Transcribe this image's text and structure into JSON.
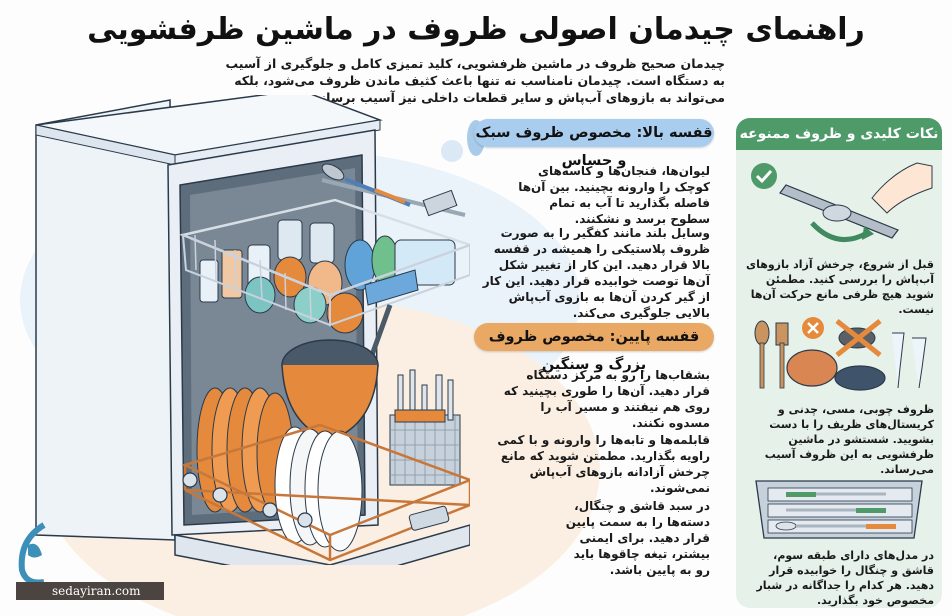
{
  "title": "راهنمای چیدمان اصولی ظروف در ماشین ظرفشویی",
  "intro": "چیدمان صحیح ظروف در ماشین ظرفشویی، کلید تمیزی کامل و جلوگیری از آسیب به دستگاه است. چیدمان نامناسب نه تنها باعث کثیف ماندن ظروف می‌شود، بلکه می‌تواند به بازوهای آب‌پاش و سایر قطعات داخلی نیز آسیب برساند.",
  "upper_rack": {
    "heading": "قفسه بالا: مخصوص ظروف سبک و حساس",
    "paragraphs": [
      "لیوان‌ها، فنجان‌ها و کاسه‌های کوچک را وارونه بچینید. بین آن‌ها فاصله بگذارید تا آب به تمام سطوح برسد و نشکنند.",
      "وسایل بلند مانند کفگیر را به صورت ظروف پلاستیکی را همیشه در قفسه بالا قرار دهید. این کار از تغییر شکل آن‌ها توصت خوابیده قرار دهید. این کار از گیر کردن آن‌ها به بازوی آب‌پاش بالایی جلوگیری می‌کند."
    ]
  },
  "lower_rack": {
    "heading": "قفسه پایین: مخصوص ظروف بزرگ و سنگین",
    "paragraphs": [
      "بشقاب‌ها را رو به مرکز دستگاه قرار دهید. آن‌ها را طوری بچینید که روی هم نیفتند و مسیر آب را مسدوه نکنند.",
      "قابلمه‌ها و تابه‌ها را وارونه و با کمی راویه بگذارید. مطمتن شوید که مانع چرخش آزادانه بازوهای آب‌پاش نمی‌شوند.",
      "در سبد قاشق و چنگال، دسته‌ها را به سمت پایین قرار دهید. برای ایمنی بیشتر، تیغه چاقوها باید رو به پایین باشد."
    ]
  },
  "tips_panel": {
    "heading": "نکات کلیدی و ظروف ممنوعه",
    "tips": [
      {
        "icon": "check-icon",
        "text": "قبل از شروع، چرخش آزاد بازوهای آب‌پاش را بررسی کنید. مطمئن شوید هیچ ظرفی مانع حرکت آن‌ها نیست."
      },
      {
        "icon": "forbidden-icon",
        "text": "ظروف چوبی، مسی، چدنی و کریستال‌های ظریف را با دست بشویید. شستشو در ماشین ظرفشویی به این ظروف آسیب می‌رساند."
      },
      {
        "icon": "cutlery-tray-icon",
        "text": "در مدل‌های دارای طبقه سوم، قاشق و چنگال را خوابیده قرار دهید. هر کدام را جداگانه در شبار مخصوص خود بگذارید."
      }
    ]
  },
  "watermark": {
    "text": "sedayiran.com"
  },
  "colors": {
    "upper_pill": "#a9cdee",
    "lower_pill": "#e9a964",
    "panel_head": "#4e9a69",
    "panel_bg": "#e6f1ea",
    "accent_orange": "#e58a3c",
    "rack_copper": "#c8773a"
  }
}
